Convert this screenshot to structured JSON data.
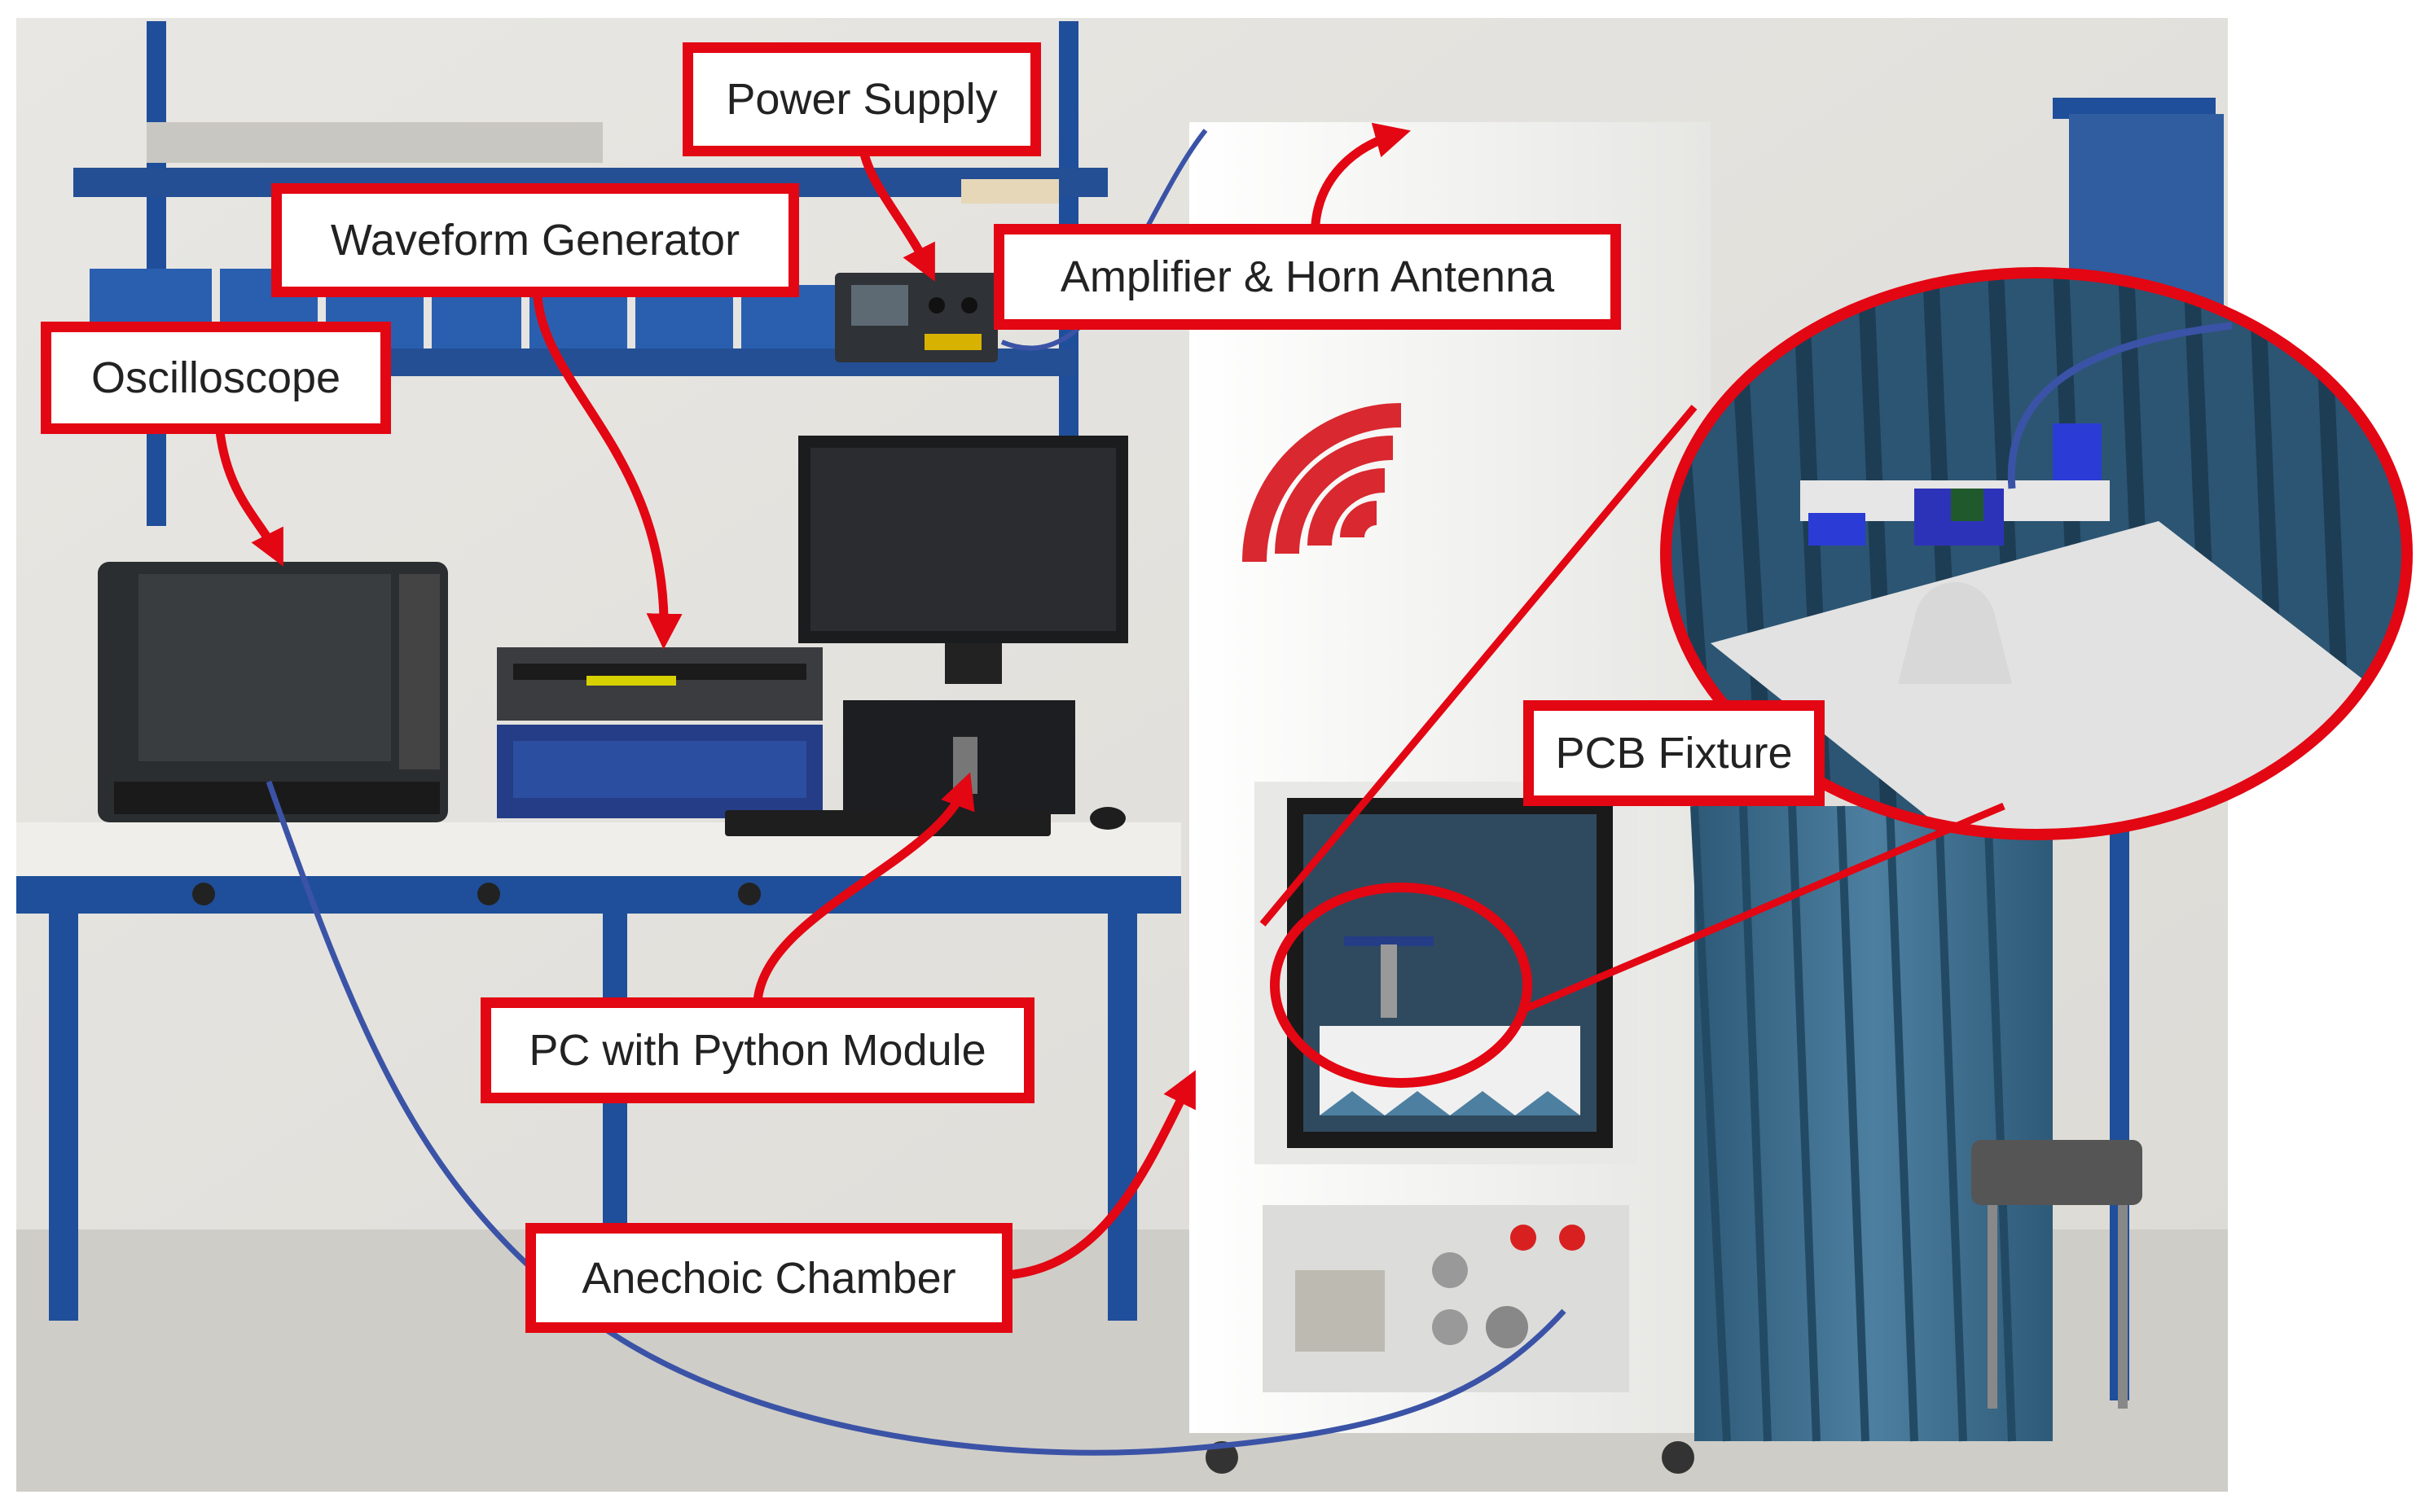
{
  "colors": {
    "callout_border": "#e30613",
    "arrow": "#e30613",
    "wall": "#e9e8e4",
    "floor": "#cfcdc8",
    "bench_frame": "#1f4f9a",
    "absorber_foam": "#3f6f8f",
    "chamber_body": "#f4f4f2"
  },
  "labels": {
    "power_supply": "Power Supply",
    "waveform_generator": "Waveform Generator",
    "oscilloscope": "Oscilloscope",
    "amplifier_horn": "Amplifier & Horn Antenna",
    "pcb_fixture": "PCB Fixture",
    "pc_python": "PC with Python Module",
    "anechoic_chamber": "Anechoic Chamber"
  }
}
